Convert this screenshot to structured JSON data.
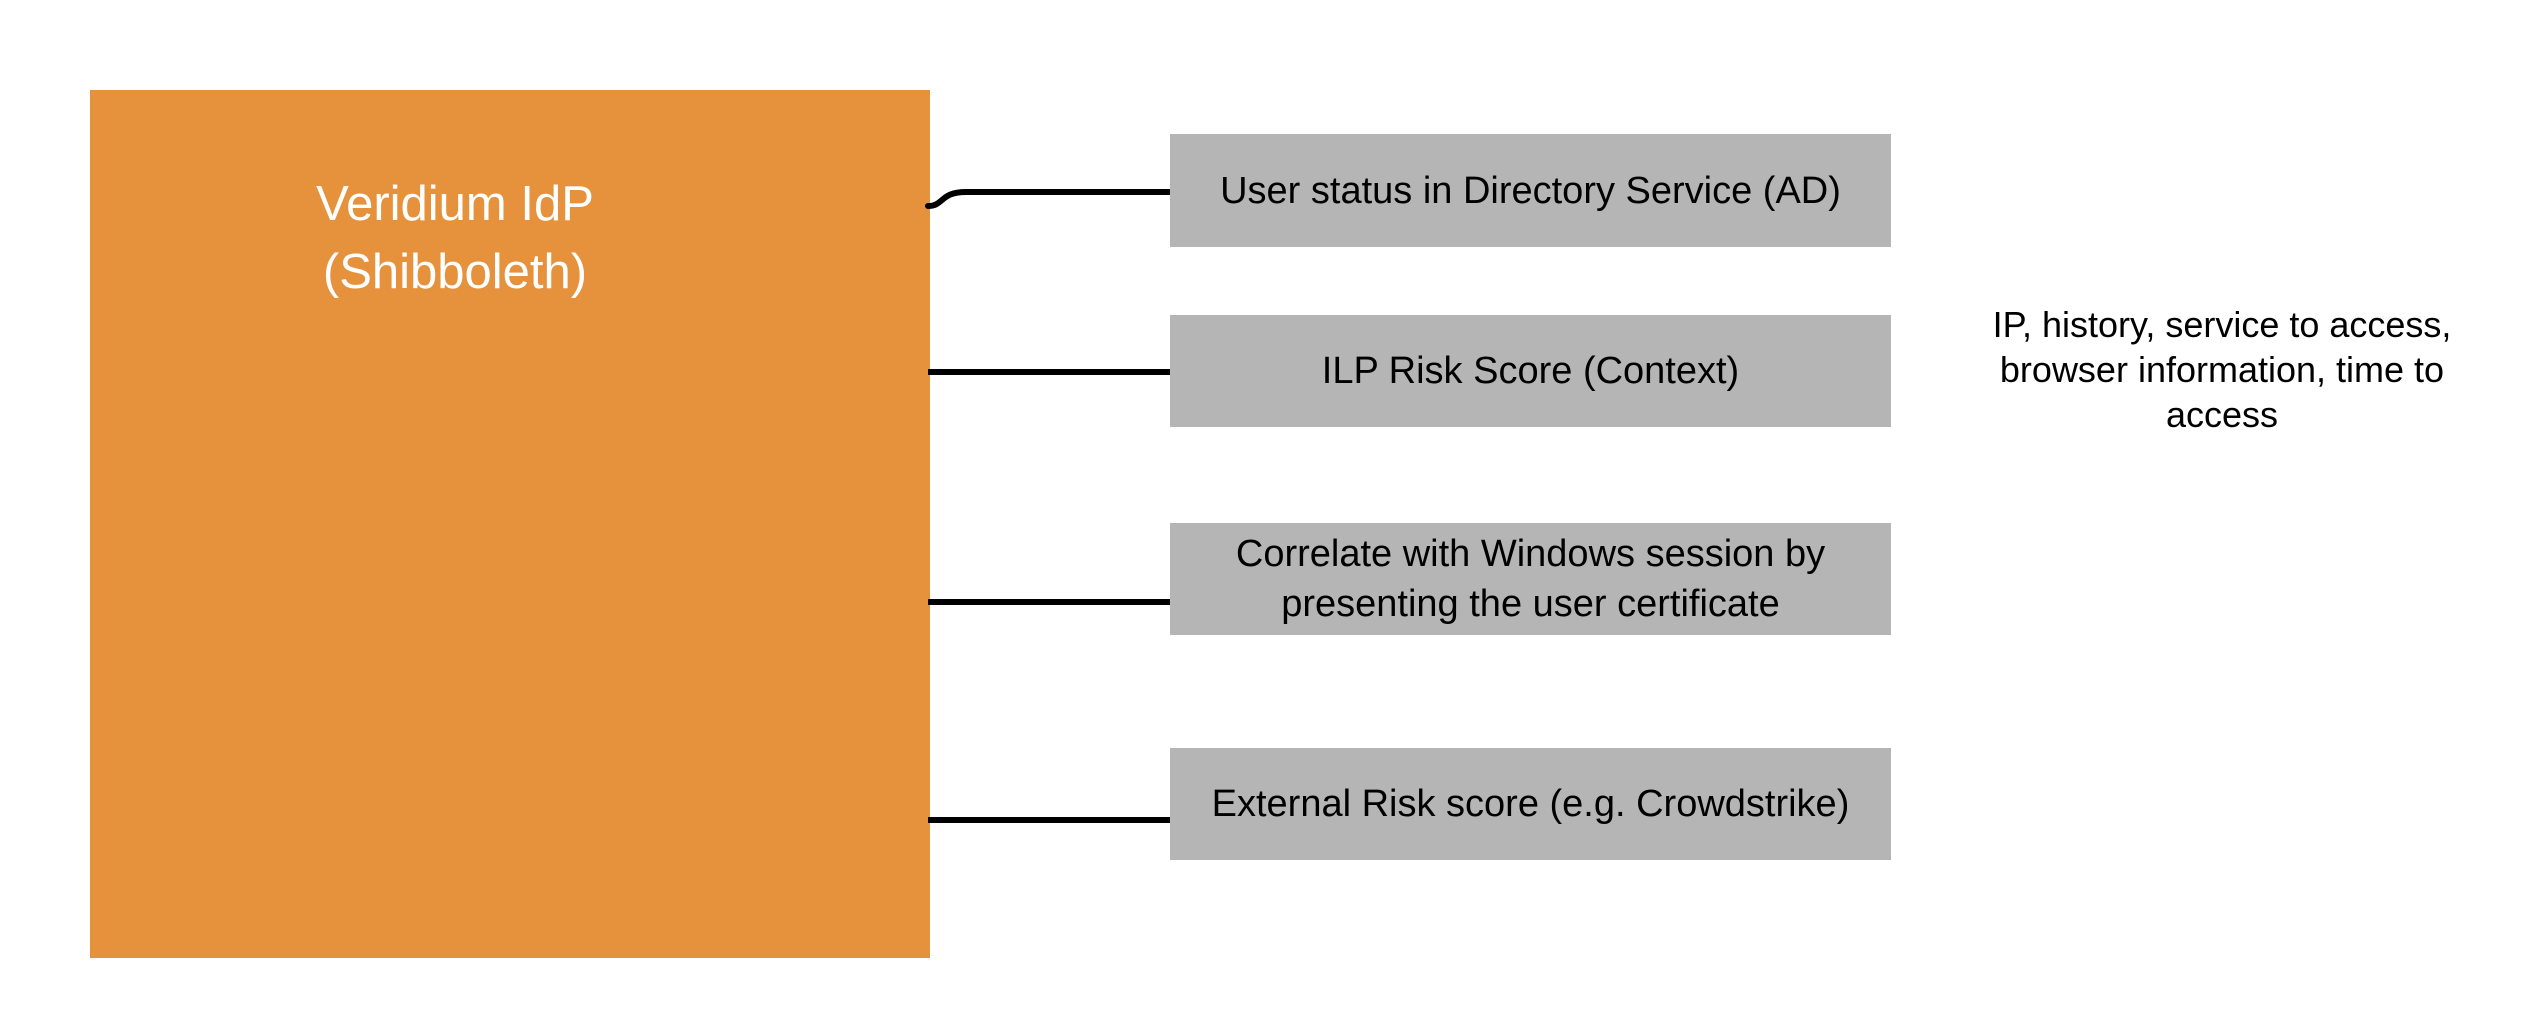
{
  "diagram": {
    "main_node": {
      "label": "Veridium IdP\n(Shibboleth)"
    },
    "factors": [
      {
        "label": "User status in Directory Service (AD)"
      },
      {
        "label": "ILP Risk Score (Context)"
      },
      {
        "label": "Correlate with Windows session by\npresenting the user certificate"
      },
      {
        "label": "External Risk score (e.g. Crowdstrike)"
      }
    ],
    "annotation": {
      "text": "IP, history, service to access,\nbrowser information, time to\naccess"
    },
    "colors": {
      "background": "#FFFFFF",
      "main_node_fill": "#E6923C",
      "main_node_text": "#FFFFFF",
      "factor_fill": "#B5B5B5",
      "factor_text": "#000000",
      "connector": "#000000"
    }
  }
}
